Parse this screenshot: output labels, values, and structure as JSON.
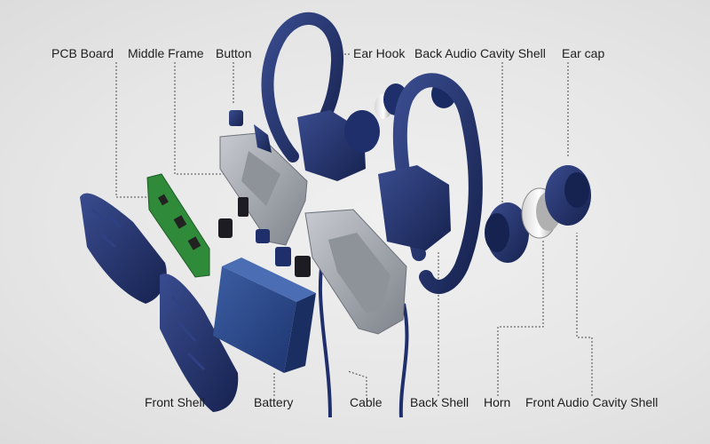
{
  "labels": {
    "pcb_board": "PCB Board",
    "middle_frame": "Middle Frame",
    "button": "Button",
    "ear_hook": "Ear Hook",
    "back_audio_cavity_shell": "Back Audio Cavity Shell",
    "ear_cap": "Ear cap",
    "front_shell": "Front Shell",
    "battery": "Battery",
    "cable": "Cable",
    "back_shell": "Back Shell",
    "horn": "Horn",
    "front_audio_cavity_shell": "Front Audio Cavity Shell"
  },
  "colors": {
    "background": "#e9e9e9",
    "navy_plastic": "#1f2f6b",
    "battery_blue": "#2b4a8c",
    "silver_frame": "#a2a6ad",
    "pcb_green": "#2f8a3a",
    "label_text": "#1e1e1e"
  }
}
